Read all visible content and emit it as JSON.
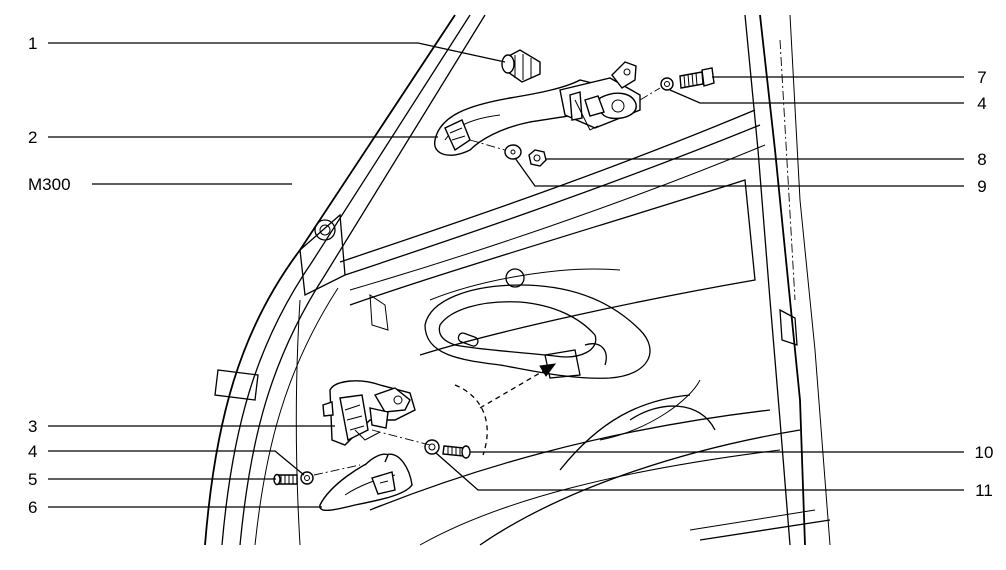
{
  "diagram": {
    "callouts": {
      "c1": "1",
      "c2": "2",
      "m300": "M300",
      "c3": "3",
      "c4a": "4",
      "c5": "5",
      "c6": "6",
      "c7": "7",
      "c4b": "4",
      "c8": "8",
      "c9": "9",
      "c10": "10",
      "c11": "11"
    }
  }
}
